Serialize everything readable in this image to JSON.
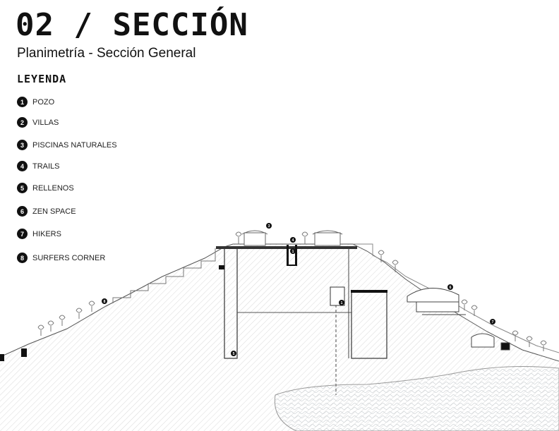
{
  "header": {
    "title": "02 / SECCIÓN",
    "subtitle": "Planimetría - Sección General"
  },
  "legend": {
    "title": "LEYENDA",
    "items": [
      {
        "num": "1",
        "label": "POZO"
      },
      {
        "num": "2",
        "label": "VILLAS"
      },
      {
        "num": "3",
        "label": "PISCINAS NATURALES"
      },
      {
        "num": "4",
        "label": "TRAILS"
      },
      {
        "num": "5",
        "label": "RELLENOS"
      },
      {
        "num": "6",
        "label": "ZEN SPACE"
      },
      {
        "num": "7",
        "label": "HIKERS"
      },
      {
        "num": "8",
        "label": "SURFERS CORNER"
      }
    ]
  },
  "section_markers": [
    "3",
    "4",
    "1",
    "1",
    "5",
    "8",
    "6",
    "7"
  ],
  "colors": {
    "ink": "#111111",
    "hatch": "#d7d7d7",
    "water": "#e9ecef"
  }
}
